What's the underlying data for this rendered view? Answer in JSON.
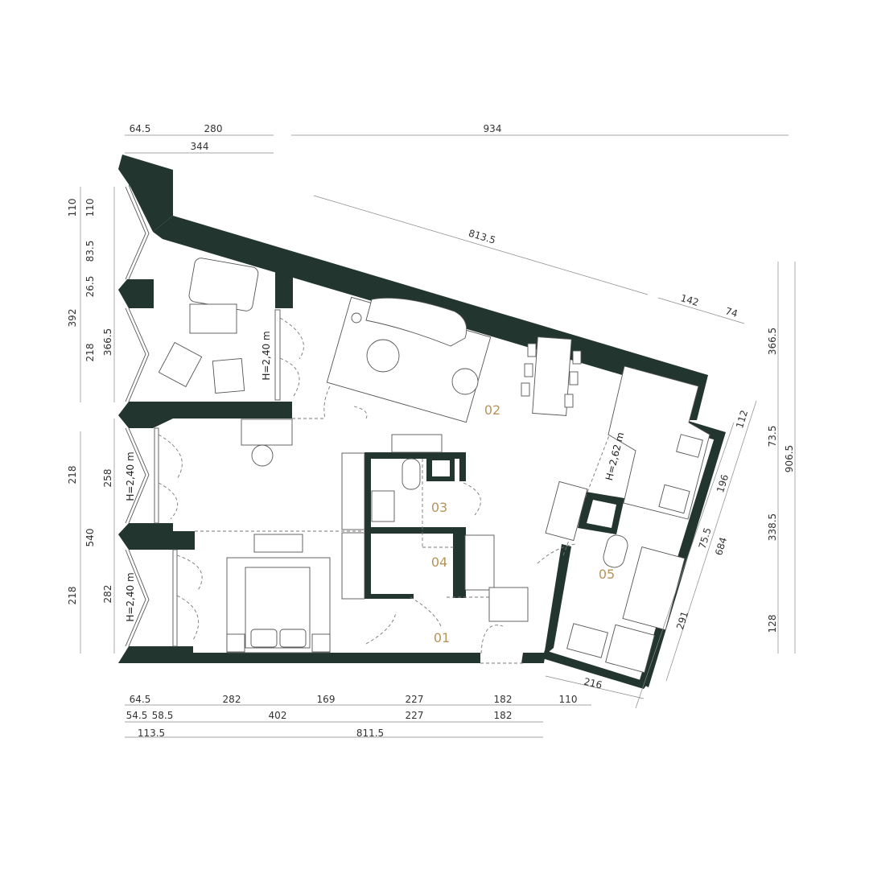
{
  "colors": {
    "wall": "#22352f",
    "room_label": "#b8935a",
    "line": "#555555"
  },
  "rooms": [
    {
      "id": "01",
      "label": "01"
    },
    {
      "id": "02",
      "label": "02"
    },
    {
      "id": "03",
      "label": "03"
    },
    {
      "id": "04",
      "label": "04"
    },
    {
      "id": "05",
      "label": "05"
    }
  ],
  "heights": {
    "balcony_top": "H=2,40 m",
    "balcony_middle": "H=2,40 m",
    "balcony_bottom": "H=2,40 m",
    "kitchen": "H=2,62 m"
  },
  "dimensions": {
    "top": [
      "64.5",
      "280",
      "934",
      "344"
    ],
    "diagonal": [
      "813.5",
      "142",
      "74"
    ],
    "left_outer": [
      "110",
      "392",
      "218",
      "218",
      "540",
      "218"
    ],
    "left_inner": [
      "110",
      "83.5",
      "26.5",
      "366.5",
      "258",
      "282"
    ],
    "right_outer": [
      "366.5",
      "906.5",
      "73.5",
      "338.5",
      "128"
    ],
    "right_diagonal": [
      "112",
      "196",
      "75.5",
      "684",
      "291"
    ],
    "bottom_row1": [
      "64.5",
      "282",
      "169",
      "227",
      "182",
      "110"
    ],
    "bottom_row2": [
      "54.5",
      "58.5",
      "402",
      "227",
      "182"
    ],
    "bottom_row3": [
      "113.5",
      "811.5"
    ],
    "bottom_diagonal": [
      "216"
    ]
  }
}
